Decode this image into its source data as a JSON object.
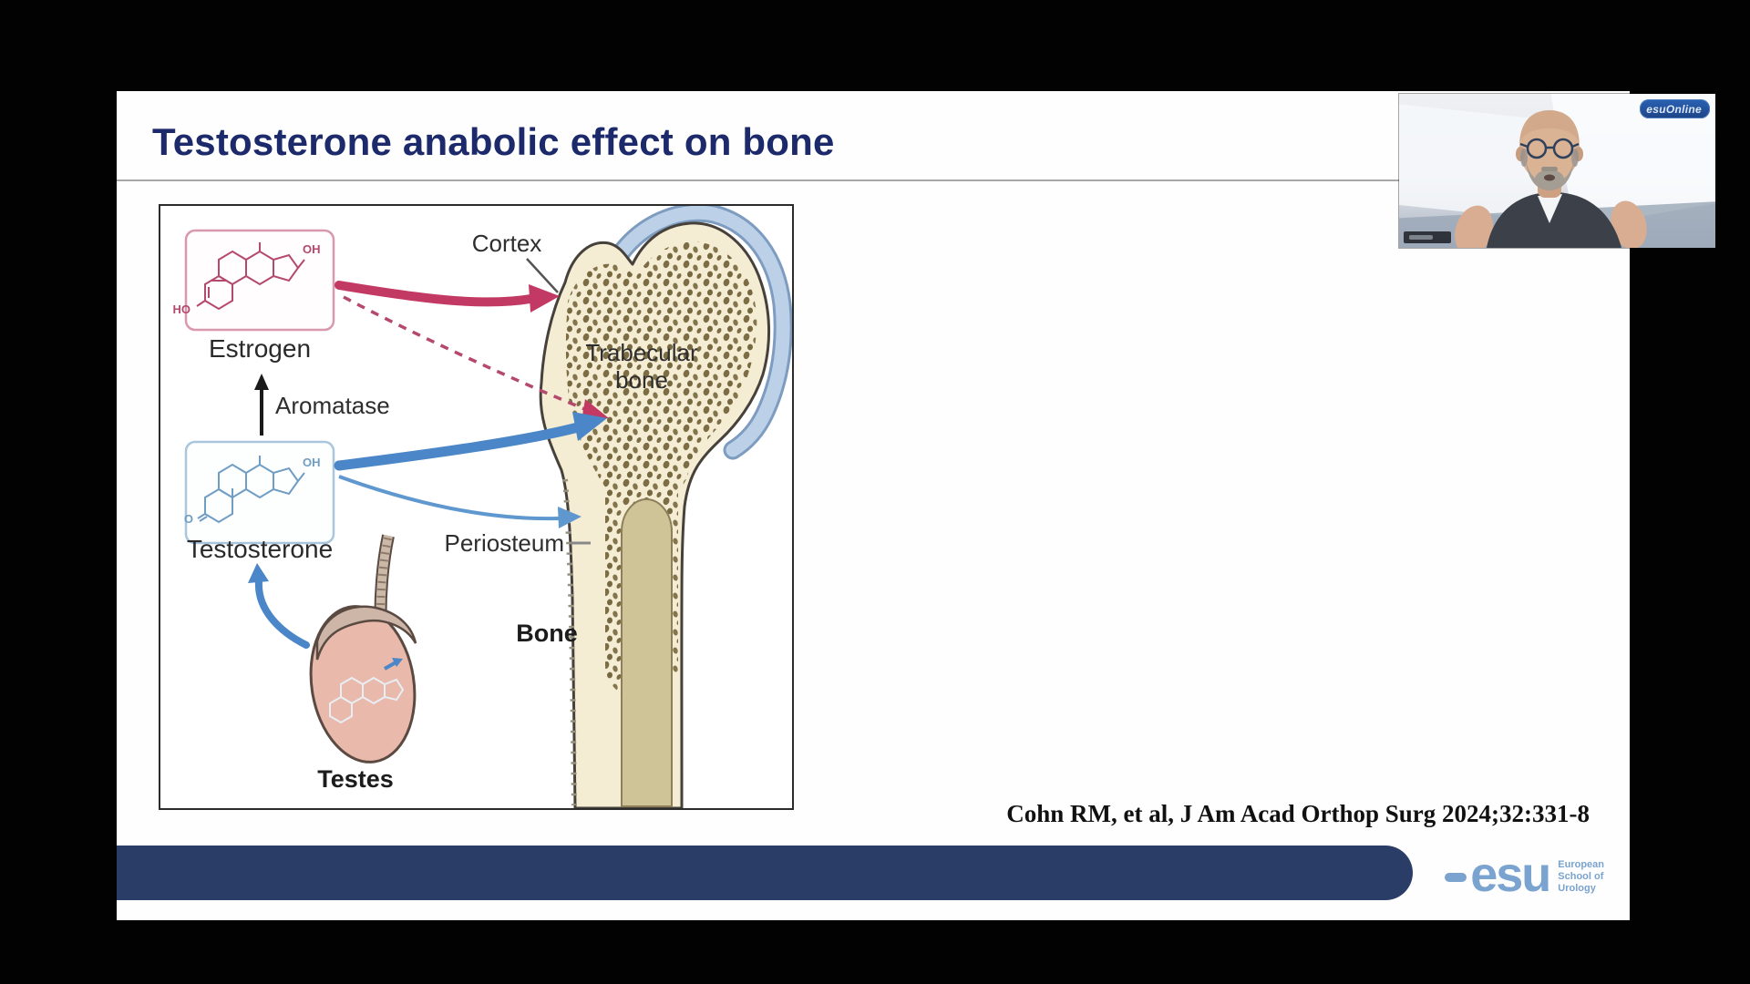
{
  "slide": {
    "title": "Testosterone anabolic effect on bone",
    "title_color": "#1c2a6b",
    "citation": "Cohn RM, et al, J Am Acad Orthop Surg 2024;32:331-8",
    "footer_bar_color": "#293d66"
  },
  "diagram": {
    "labels": {
      "estrogen": "Estrogen",
      "aromatase": "Aromatase",
      "testosterone": "Testosterone",
      "testes": "Testes",
      "cortex": "Cortex",
      "trabecular_line1": "Trabecular",
      "trabecular_line2": "bone",
      "periosteum": "Periosteum",
      "bone": "Bone",
      "estrogen_oh": "OH",
      "estrogen_ho": "HO",
      "testosterone_oh": "OH",
      "testosterone_o": "O"
    },
    "colors": {
      "estrogen_accent": "#c23a64",
      "testosterone_accent": "#4a86c8",
      "bone_fill": "#f5ecd4",
      "trabecular_dots": "#7c6d44",
      "cartilage": "#b9cfe8"
    }
  },
  "webcam": {
    "badge": "esuOnline"
  },
  "logo": {
    "wordmark": "esu",
    "sub_lines": [
      "European",
      "School of",
      "Urology"
    ]
  }
}
